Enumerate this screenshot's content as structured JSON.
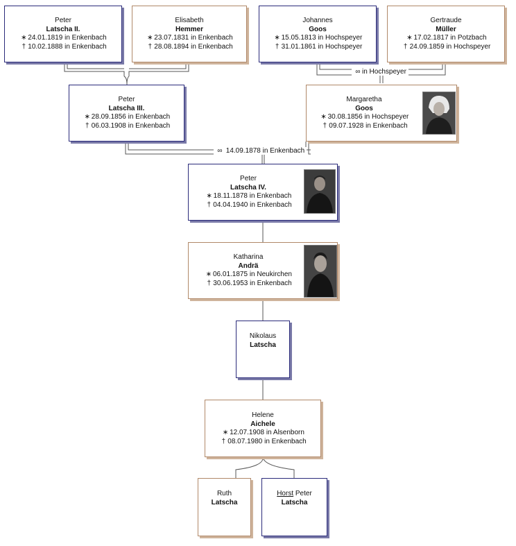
{
  "symbols": {
    "birth": "∗",
    "death": "†",
    "marriage": "∞"
  },
  "persons": {
    "p1": {
      "given": "Peter",
      "surname": "Latscha II.",
      "birth": "24.01.1819 in Enkenbach",
      "death": "10.02.1888 in Enkenbach"
    },
    "p2": {
      "given": "Elisabeth",
      "surname": "Hemmer",
      "birth": "23.07.1831 in Enkenbach",
      "death": "28.08.1894 in Enkenbach"
    },
    "p3": {
      "given": "Johannes",
      "surname": "Goos",
      "birth": "15.05.1813 in Hochspeyer",
      "death": "31.01.1861 in Hochspeyer"
    },
    "p4": {
      "given": "Gertraude",
      "surname": "Müller",
      "birth": "17.02.1817 in Potzbach",
      "death": "24.09.1859 in Hochspeyer"
    },
    "p5": {
      "given": "Peter",
      "surname": "Latscha III.",
      "birth": "28.09.1856 in Enkenbach",
      "death": "06.03.1908 in Enkenbach"
    },
    "p6": {
      "given": "Margaretha",
      "surname": "Goos",
      "birth": "30.08.1856 in Hochspeyer",
      "death": "09.07.1928 in Enkenbach"
    },
    "p7": {
      "given": "Peter",
      "surname": "Latscha IV.",
      "birth": "18.11.1878 in Enkenbach",
      "death": "04.04.1940 in Enkenbach"
    },
    "p8": {
      "given": "Katharina",
      "surname": "Andrä",
      "birth": "06.01.1875 in Neukirchen",
      "death": "30.06.1953 in Enkenbach"
    },
    "p9": {
      "given": "Nikolaus",
      "surname": "Latscha"
    },
    "p10": {
      "given": "Helene",
      "surname": "Aichele",
      "birth": "12.07.1908 in Alsenborn",
      "death": "08.07.1980 in Enkenbach"
    },
    "p11": {
      "given": "Ruth",
      "surname": "Latscha"
    },
    "p12": {
      "given_underlined": "Horst",
      "given_rest": " Peter",
      "surname": "Latscha"
    }
  },
  "marriages": {
    "m1": "in Hochspeyer",
    "m2": "14.09.1878 in Enkenbach"
  }
}
